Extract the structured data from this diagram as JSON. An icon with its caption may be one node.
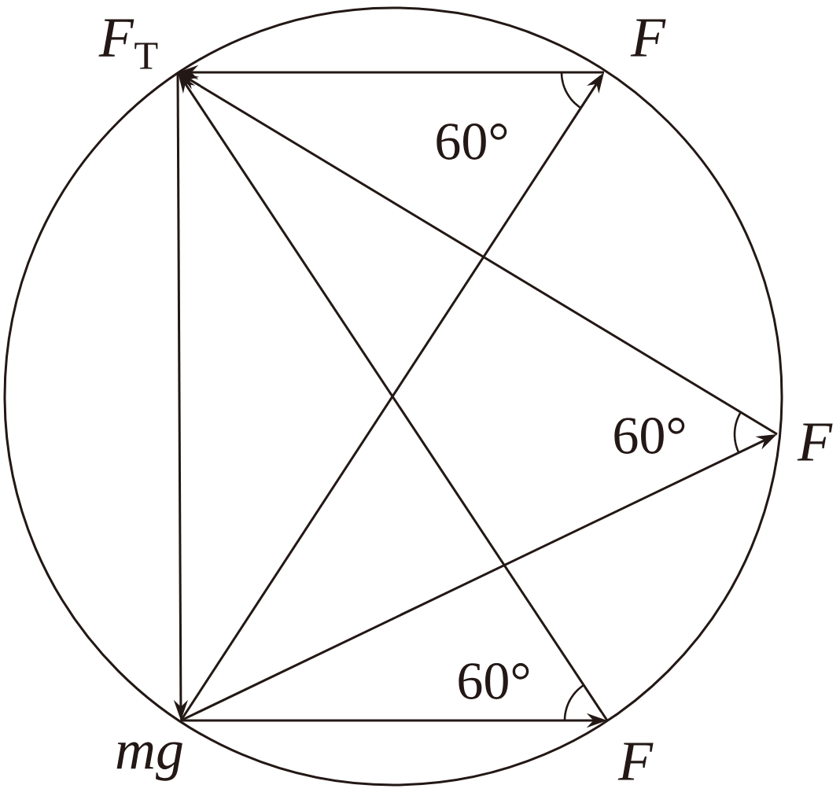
{
  "diagram": {
    "nodes": [
      {
        "text": [
          "*F*$_{T}$"
        ]
      },
      {
        "text": [
          "F"
        ]
      },
      {
        "text": [
          "F"
        ]
      },
      {
        "text": [
          "F"
        ]
      },
      {
        "text": [
          "mg"
        ]
      }
    ],
    "edges": [
      {
        "from": 1,
        "to": 0,
        "arrow": "to"
      },
      {
        "from": 0,
        "to": 4,
        "arrow": "to"
      },
      {
        "from": 4,
        "to": 1,
        "arrow": "to"
      },
      {
        "from": 2,
        "to": 0,
        "arrow": "to"
      },
      {
        "from": 4,
        "to": 2,
        "arrow": "to"
      },
      {
        "from": 3,
        "to": 0,
        "arrow": "to"
      },
      {
        "from": 4,
        "to": 3,
        "arrow": "to"
      }
    ],
    "labels": [
      "60°",
      "60°",
      "60°"
    ]
  }
}
